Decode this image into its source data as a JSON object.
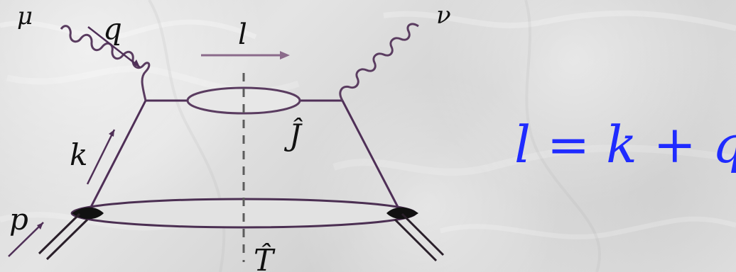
{
  "diagram": {
    "labels": {
      "mu": "μ",
      "q": "q",
      "l": "l",
      "nu": "ν",
      "j_hat": "Ĵ",
      "k": "k",
      "p": "p",
      "t_hat": "T̂"
    }
  },
  "equation": {
    "text": "l = k + q"
  },
  "colors": {
    "background": "#dcdcdc",
    "diagram_line": "#4f2f57",
    "ellipse_fill": "#e7e7e7",
    "dashed_line": "#5c5c5c",
    "equation_text": "#1f2bff",
    "label_text": "#111111"
  }
}
